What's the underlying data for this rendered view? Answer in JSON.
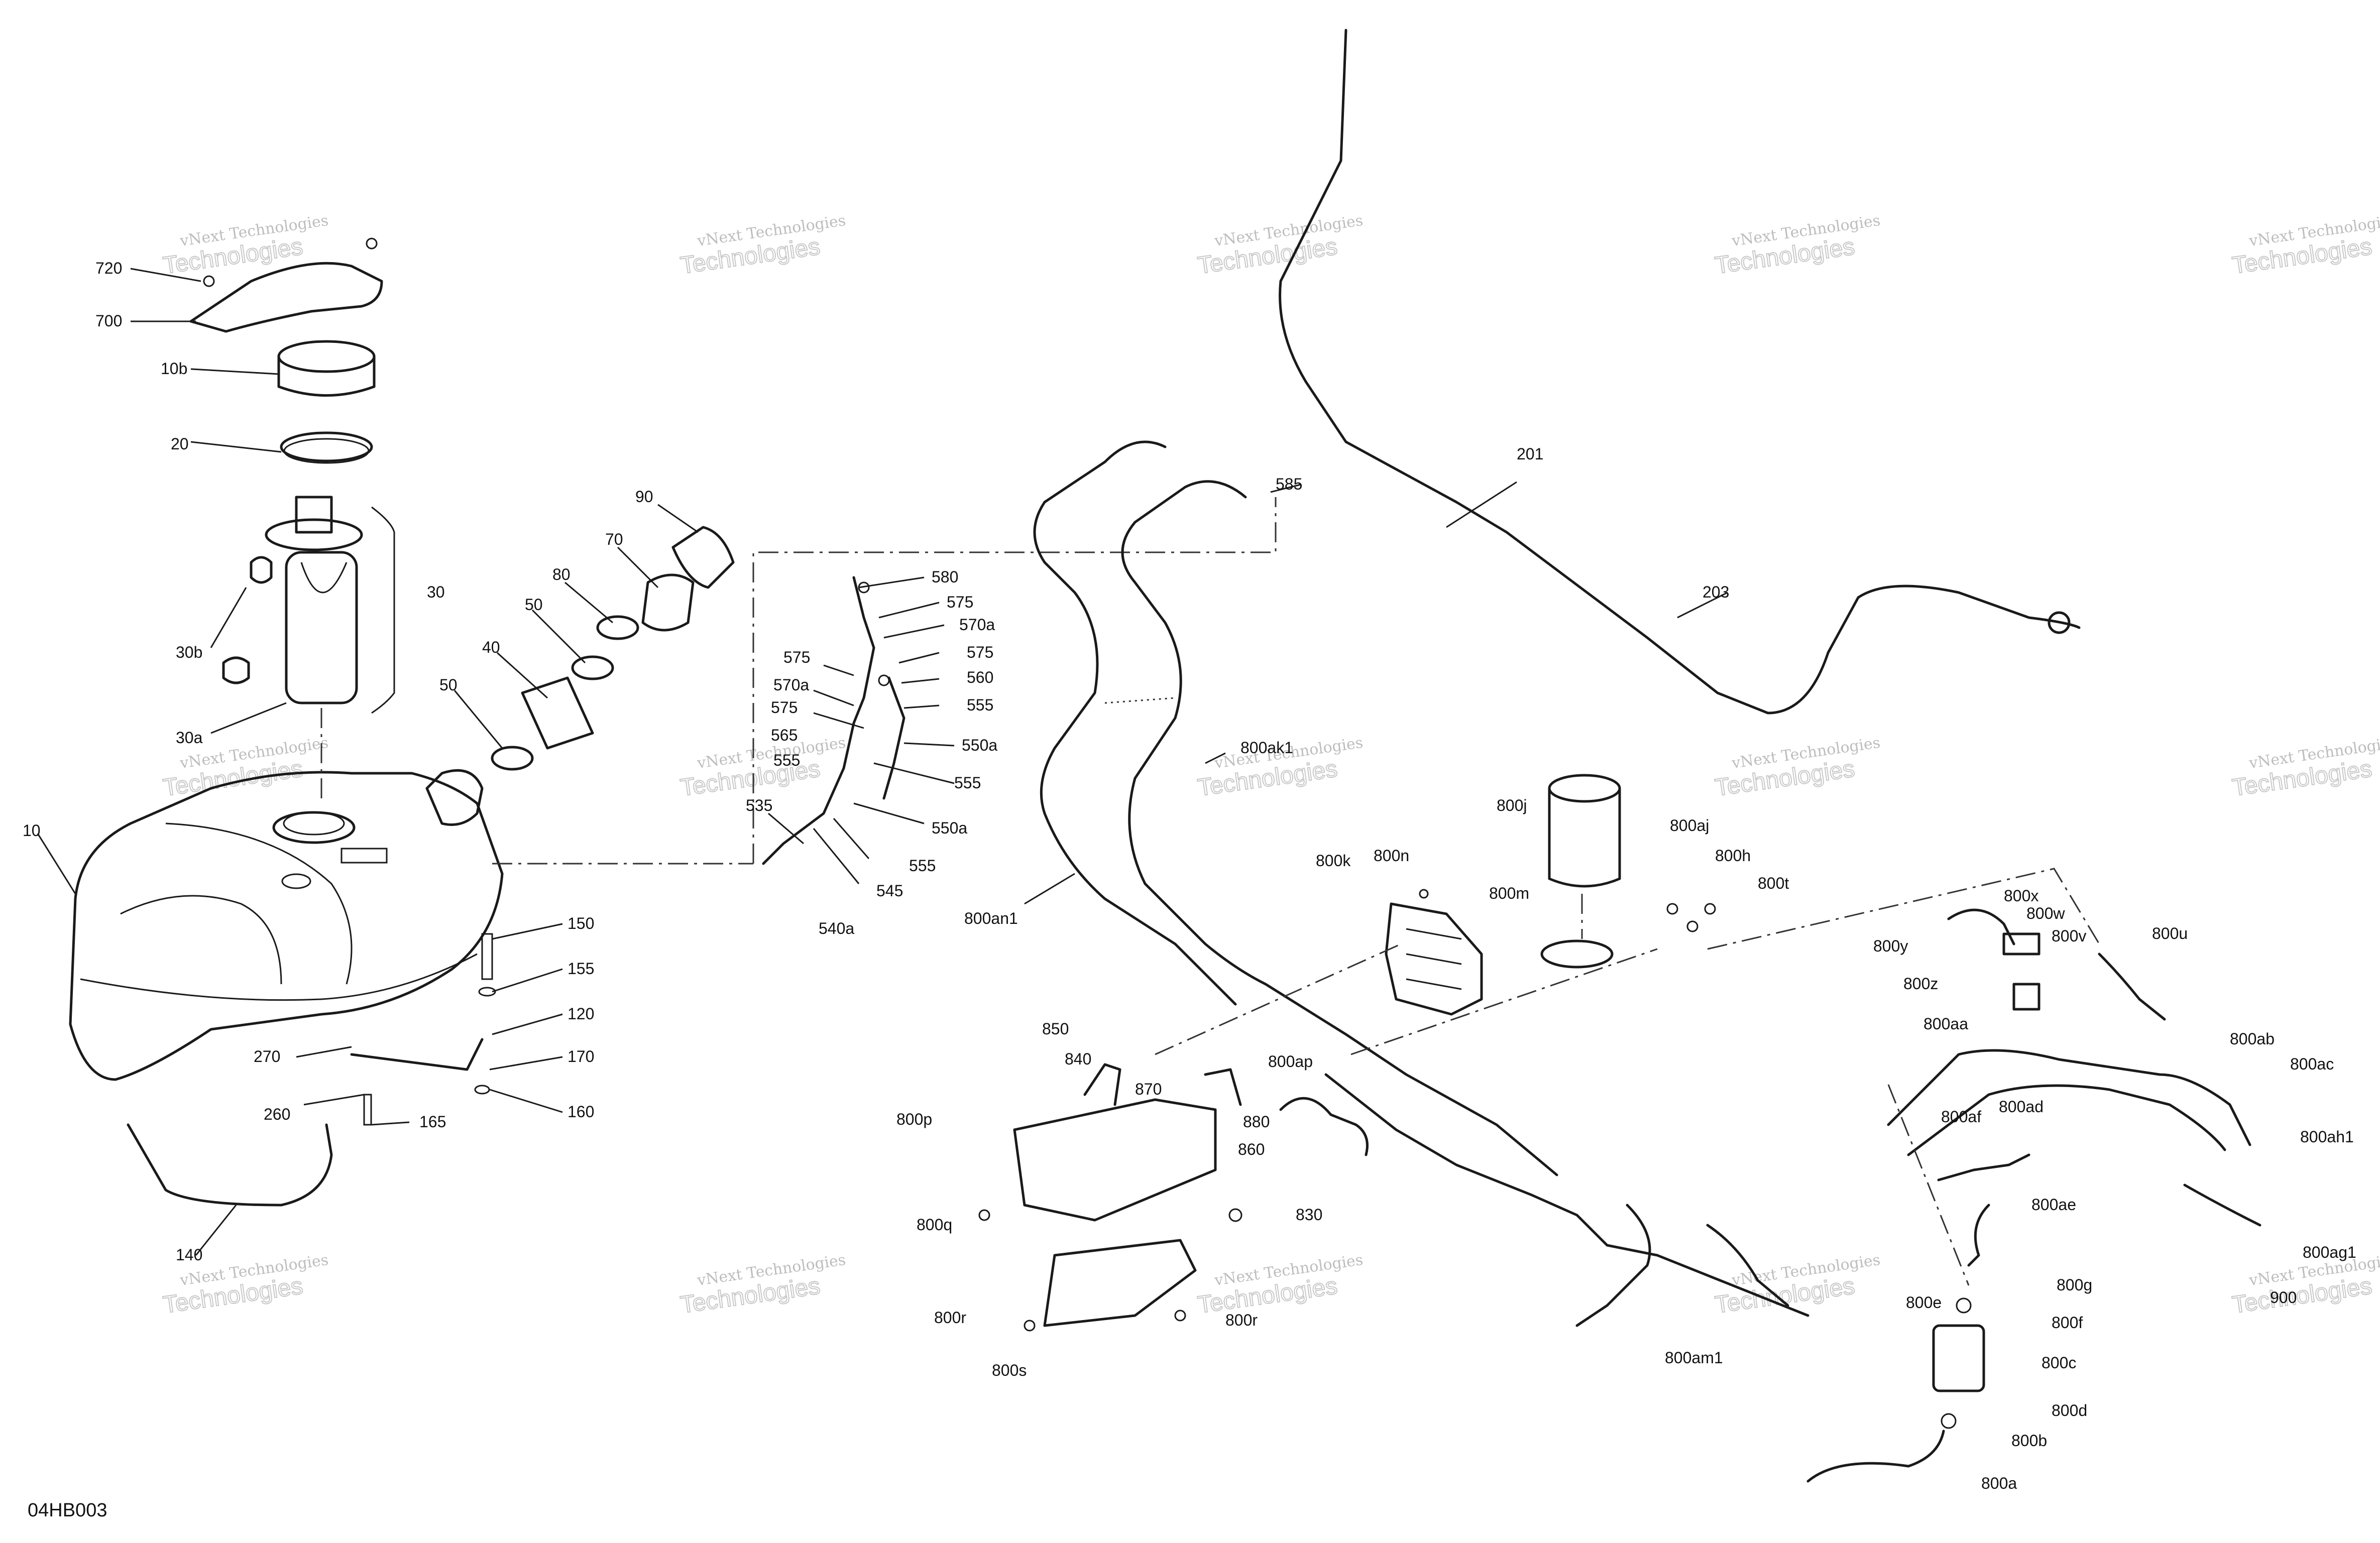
{
  "diagram_ref": "04HB003",
  "watermark": {
    "line1": "vNext Technologies",
    "line2": "Technologies",
    "line3": "vNext"
  },
  "callouts": {
    "c720": "720",
    "c700": "700",
    "c10b": "10b",
    "c20": "20",
    "c30": "30",
    "c30b": "30b",
    "c30a": "30a",
    "c10": "10",
    "c90": "90",
    "c70": "70",
    "c80": "80",
    "c50a": "50",
    "c40": "40",
    "c50b": "50",
    "c150": "150",
    "c155": "155",
    "c120": "120",
    "c170": "170",
    "c160": "160",
    "c270": "270",
    "c260": "260",
    "c165": "165",
    "c140": "140",
    "c585": "585",
    "c580": "580",
    "c575a": "575",
    "c570a1": "570a",
    "c575b": "575",
    "c575c": "575",
    "c560": "560",
    "c570a2": "570a",
    "c575d": "575",
    "c555a": "555",
    "c565": "565",
    "c550a1": "550a",
    "c555b": "555",
    "c555c": "555",
    "c535": "535",
    "c550a2": "550a",
    "c555d": "555",
    "c545": "545",
    "c540a": "540a",
    "c800an1": "800an1",
    "c800ak1": "800ak1",
    "c201": "201",
    "c203": "203",
    "c800j": "800j",
    "c800aj": "800aj",
    "c800h": "800h",
    "c800t": "800t",
    "c800m": "800m",
    "c800k": "800k",
    "c800n": "800n",
    "c800x": "800x",
    "c800w": "800w",
    "c800y": "800y",
    "c800v": "800v",
    "c800u": "800u",
    "c800z": "800z",
    "c800aa": "800aa",
    "c800ab": "800ab",
    "c800ac": "800ac",
    "c800ad": "800ad",
    "c800af": "800af",
    "c800ah1": "800ah1",
    "c800ae": "800ae",
    "c800ag1": "800ag1",
    "c900": "900",
    "c850": "850",
    "c840": "840",
    "c870": "870",
    "c800ap": "800ap",
    "c880": "880",
    "c860": "860",
    "c800p": "800p",
    "c800q": "800q",
    "c830": "830",
    "c800r1": "800r",
    "c800r2": "800r",
    "c800s": "800s",
    "c800am1": "800am1",
    "c800g": "800g",
    "c800e": "800e",
    "c800f": "800f",
    "c800c": "800c",
    "c800d": "800d",
    "c800b": "800b",
    "c800a": "800a"
  }
}
